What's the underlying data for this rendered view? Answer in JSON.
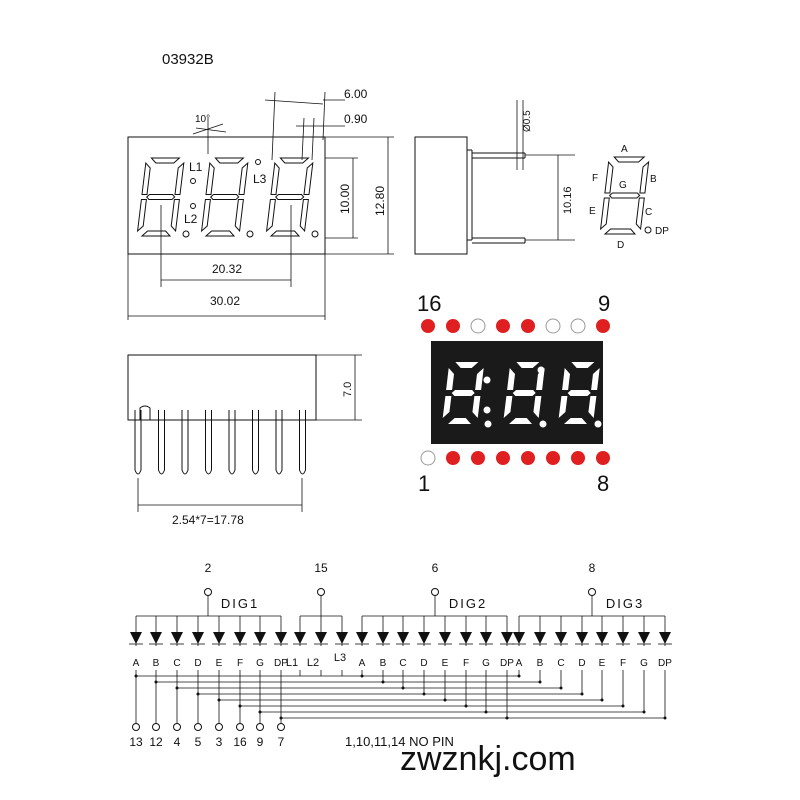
{
  "title": "03932B",
  "front": {
    "angle": "10°",
    "dim_width_top": "6.00",
    "dim_seg": "0.90",
    "dim_digit_h": "10.00",
    "dim_body_h": "12.80",
    "dim_pitch": "20.32",
    "dim_body_w": "30.02",
    "label_l1": "L1",
    "label_l2": "L2",
    "label_l3": "L3"
  },
  "side": {
    "dim_pin": "Ø0.5",
    "dim_pin_span": "10.16"
  },
  "segment_map": {
    "a": "A",
    "b": "B",
    "c": "C",
    "d": "D",
    "e": "E",
    "f": "F",
    "g": "G",
    "dp": "DP"
  },
  "bottom_view": {
    "dim_depth": "7.0",
    "dim_pins": "2.54*7=17.78"
  },
  "pin_photo": {
    "label_16": "16",
    "label_9": "9",
    "label_1": "1",
    "label_8": "8",
    "top_row_colors": [
      "red",
      "red",
      "white",
      "red",
      "red",
      "white",
      "white",
      "red"
    ],
    "bottom_row_colors": [
      "white",
      "red",
      "red",
      "red",
      "red",
      "red",
      "red",
      "red"
    ],
    "colors": {
      "red": "#e02020",
      "white": "#ffffff",
      "display_bg": "#1a1a1a"
    }
  },
  "schematic": {
    "common_pins": [
      "2",
      "15",
      "6",
      "8"
    ],
    "digit_labels": [
      "DIG1",
      "DIG2",
      "DIG3"
    ],
    "group1_labels": [
      "A",
      "B",
      "C",
      "D",
      "E",
      "F",
      "G",
      "DP"
    ],
    "group_l_labels": [
      "L1",
      "L2",
      "L3"
    ],
    "group2_labels": [
      "A",
      "B",
      "C",
      "D",
      "E",
      "F",
      "G",
      "DP"
    ],
    "group3_labels": [
      "A",
      "B",
      "C",
      "D",
      "E",
      "F",
      "G",
      "DP"
    ],
    "bottom_pins": [
      "13",
      "12",
      "4",
      "5",
      "3",
      "16",
      "9",
      "7"
    ],
    "no_pin_note": "1,10,11,14 NO PIN"
  },
  "watermark": "zwznkj.com"
}
